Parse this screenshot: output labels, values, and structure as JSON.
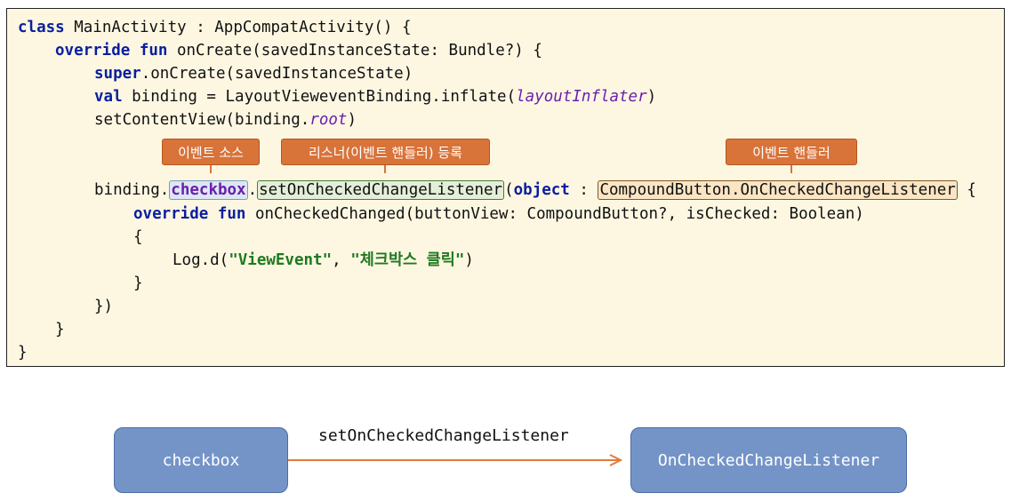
{
  "code": {
    "line1": {
      "kw": "class",
      "rest": " MainActivity : AppCompatActivity() {"
    },
    "line2": {
      "kw1": "override",
      "kw2": "fun",
      "rest": " onCreate(savedInstanceState: Bundle?) {"
    },
    "line3": {
      "kw": "super",
      "rest": ".onCreate(savedInstanceState)"
    },
    "line4": {
      "kw": "val",
      "pre": " binding = LayoutVieweventBinding.inflate(",
      "it": "layoutInflater",
      "post": ")"
    },
    "line5": {
      "pre": "setContentView(binding.",
      "it": "root",
      "post": ")"
    },
    "line6": {
      "pre": "binding.",
      "source": "checkbox",
      "dot": ".",
      "method": "setOnCheckedChangeListener",
      "open": "(",
      "kw": "object",
      "colon": " : ",
      "handler": "CompoundButton.OnCheckedChangeListener",
      "brace": " {"
    },
    "line7": {
      "kw1": "override",
      "kw2": "fun",
      "rest": " onCheckedChanged(buttonView: CompoundButton?, isChecked: Boolean)"
    },
    "line8": "{",
    "line9": {
      "pre": "Log.d(",
      "s1": "\"ViewEvent\"",
      "comma": ", ",
      "s2": "\"체크박스 클릭\"",
      "post": ")"
    },
    "line10": "}",
    "line11": "})",
    "line12": "}",
    "line13": "}"
  },
  "annotations": {
    "event_source": "이벤트 소스",
    "listener_registration": "리스너(이벤트 핸들러) 등록",
    "event_handler": "이벤트 핸들러"
  },
  "diagram": {
    "source_node": "checkbox",
    "edge_label": "setOnCheckedChangeListener",
    "target_node": "OnCheckedChangeListener"
  },
  "colors": {
    "code_background": "#fdf7e2",
    "keyword": "#0a1f9e",
    "string": "#1f7a1f",
    "italic_property": "#6b1fae",
    "annotation_tag": "#d8733a",
    "node_fill": "#7494c8",
    "arrow": "#e07b39"
  }
}
